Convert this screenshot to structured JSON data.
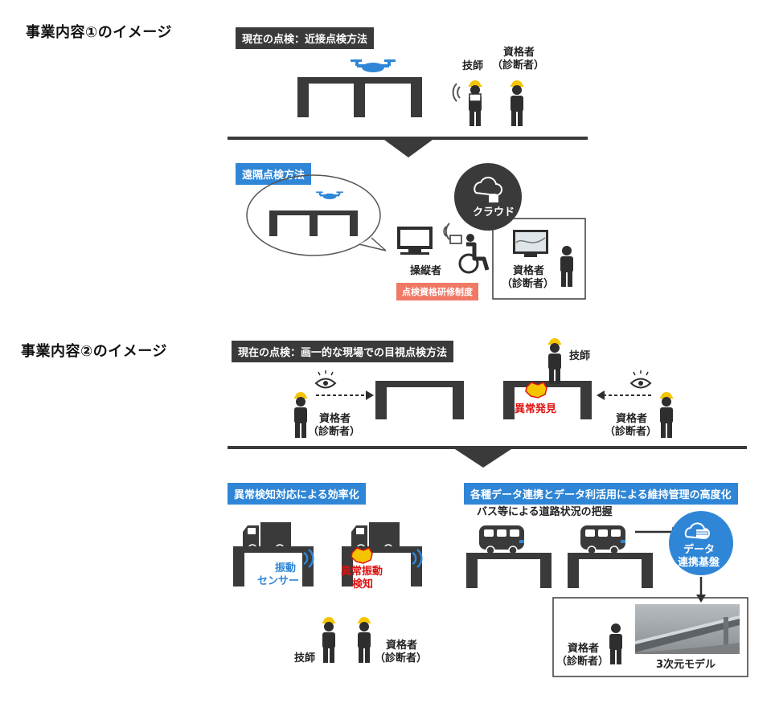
{
  "section1": {
    "title": "事業内容①のイメージ",
    "current_label": "現在の点検：近接点検方法",
    "remote_label": "遠隔点検方法",
    "engineer": "技師",
    "qualified_1": "資格者",
    "qualified_2": "（診断者）",
    "cloud": "クラウド",
    "operator": "操縦者",
    "training": "点検資格研修制度",
    "remote_qualified_1": "資格者",
    "remote_qualified_2": "（診断者）"
  },
  "section2": {
    "title": "事業内容②のイメージ",
    "current_label": "現在の点検：画一的な現場での目視点検方法",
    "engineer": "技師",
    "left_qualified_1": "資格者",
    "left_qualified_2": "（診断者）",
    "right_qualified_1": "資格者",
    "right_qualified_2": "（診断者）",
    "anomaly_found": "異常発見",
    "efficiency_label": "異常検知対応による効率化",
    "vibration_sensor_1": "振動",
    "vibration_sensor_2": "センサー",
    "vibration_detect_1": "異常振動",
    "vibration_detect_2": "検知",
    "engineer_bottom": "技師",
    "qualified_bottom_1": "資格者",
    "qualified_bottom_2": "（診断者）",
    "advanced_label": "各種データ連携とデータ利活用による維持管理の高度化",
    "bus_caption": "バス等による道路状況の把握",
    "platform_1": "データ",
    "platform_2": "連携基盤",
    "model_qualified_1": "資格者",
    "model_qualified_2": "（診断者）",
    "model_3d": "3次元モデル"
  },
  "colors": {
    "dark": "#3a3a3a",
    "blue": "#2f86d6",
    "salmon": "#f07966",
    "helmet": "#f5c400",
    "alert_red": "#e01010"
  }
}
